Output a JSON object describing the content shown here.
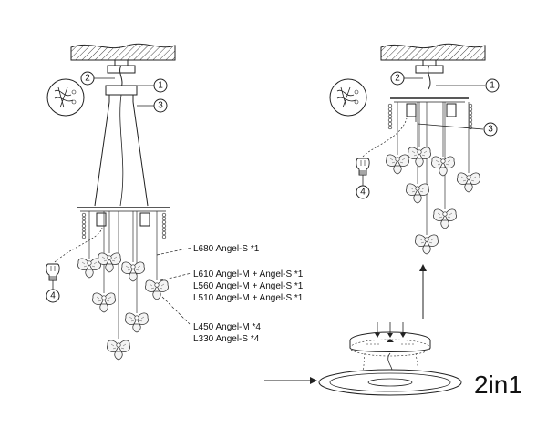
{
  "callouts": {
    "c1": "1",
    "c2": "2",
    "c3": "3",
    "c4": "4"
  },
  "labels": {
    "l680": "L680 Angel-S *1",
    "l610": "L610 Angel-M + Angel-S *1",
    "l560": "L560 Angel-M + Angel-S *1",
    "l510": "L510 Angel-M + Angel-S *1",
    "l450": "L450 Angel-M *4",
    "l330": "L330 Angel-S *4"
  },
  "badge": "2in1",
  "colors": {
    "line": "#222222",
    "hatch": "#444444",
    "background": "#ffffff"
  }
}
